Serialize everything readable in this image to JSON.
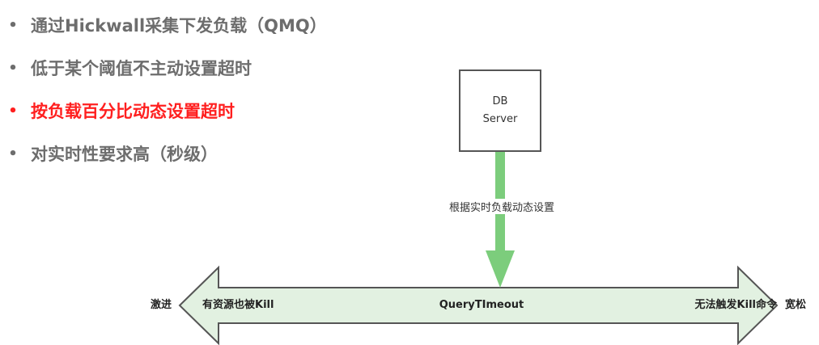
{
  "bullets": [
    {
      "text": "通过Hickwall采集下发负载（QMQ）",
      "highlight": false
    },
    {
      "text": "低于某个阈值不主动设置超时",
      "highlight": false
    },
    {
      "text": "按负载百分比动态设置超时",
      "highlight": true
    },
    {
      "text": "对实时性要求高（秒级）",
      "highlight": false
    }
  ],
  "bullet_symbol": "•",
  "diagram": {
    "db_box": {
      "line1": "DB",
      "line2": "Server"
    },
    "down_arrow_label": "根据实时负载动态设置",
    "axis": {
      "left_end": "激进",
      "left_inner": "有资源也被Kill",
      "center": "QueryTImeout",
      "right_inner": "无法触发Kill命令",
      "right_end": "宽松"
    }
  },
  "colors": {
    "bullet_text": "#6d6d6d",
    "highlight_text": "#ff1f1f",
    "arrow_fill": "#e2f1e1",
    "arrow_stroke": "#555555",
    "down_arrow": "#7ccd7c"
  }
}
